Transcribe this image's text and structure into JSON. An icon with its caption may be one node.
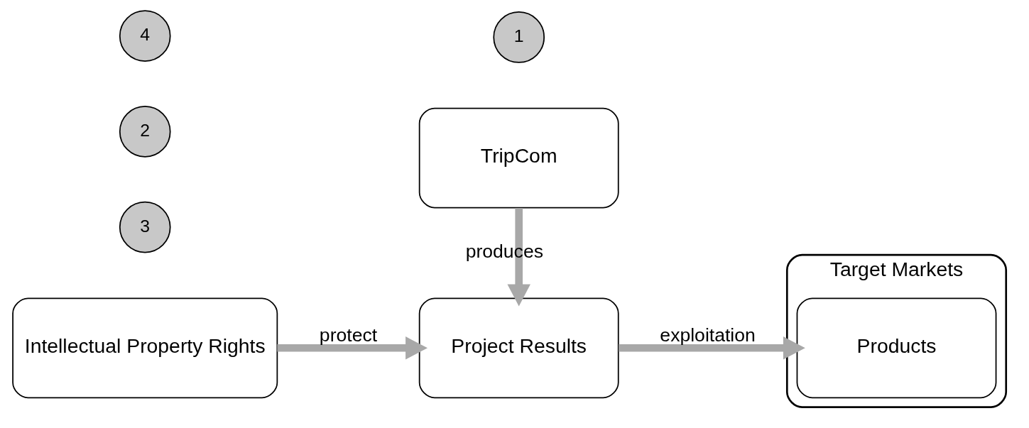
{
  "diagram": {
    "nodes": [
      {
        "text": [
          "Intellectual Property Rights"
        ]
      },
      {
        "text": [
          "Project Results"
        ]
      },
      {
        "text": [
          "Target Markets"
        ]
      },
      {
        "text": [
          "Products"
        ],
        "in": 2
      },
      {
        "text": [
          "3"
        ]
      },
      {
        "text": [
          "2"
        ]
      },
      {
        "text": [
          "4"
        ]
      },
      {
        "text": [
          "1"
        ]
      },
      {
        "text": [
          "TripCom"
        ]
      }
    ],
    "edges": [
      {
        "from": 0,
        "to": 1,
        "arrow": "to",
        "label": "protect"
      },
      {
        "from": 1,
        "to": 3,
        "arrow": "to",
        "label": "exploitation"
      },
      {
        "from": 8,
        "to": 1,
        "arrow": "to",
        "label": "produces"
      }
    ]
  }
}
